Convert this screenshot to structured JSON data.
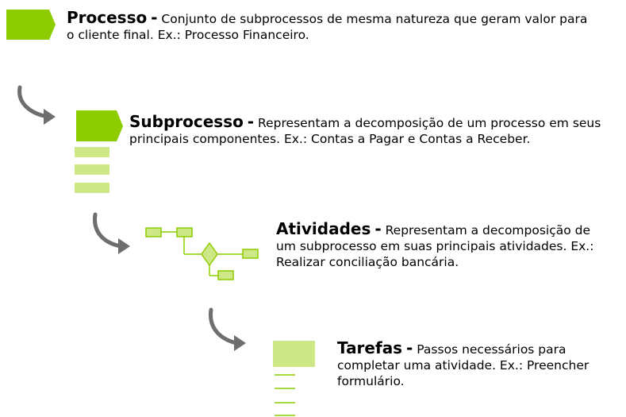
{
  "colors": {
    "primary_green": "#8ccc00",
    "light_green": "#cfe887",
    "arrow_gray": "#6e6e6e"
  },
  "levels": [
    {
      "term": "Processo",
      "separator": "-",
      "description": "Conjunto de subprocessos de mesma natureza que geram valor para o cliente final. Ex.: Processo Financeiro.",
      "icon": "process-chevron-icon"
    },
    {
      "term": "Subprocesso",
      "separator": "-",
      "description": "Representam a decomposição de um processo em seus principais componentes. Ex.: Contas a Pagar e Contas a Receber.",
      "icon": "subprocess-stack-icon"
    },
    {
      "term": "Atividades",
      "separator": "-",
      "description": "Representam a decomposição de um subprocesso em suas principais atividades. Ex.: Realizar conciliação bancária.",
      "icon": "activity-flowchart-icon"
    },
    {
      "term": "Tarefas",
      "separator": "-",
      "description": "Passos necessários para completar uma atividade. Ex.: Preencher formulário.",
      "icon": "task-list-icon"
    }
  ]
}
